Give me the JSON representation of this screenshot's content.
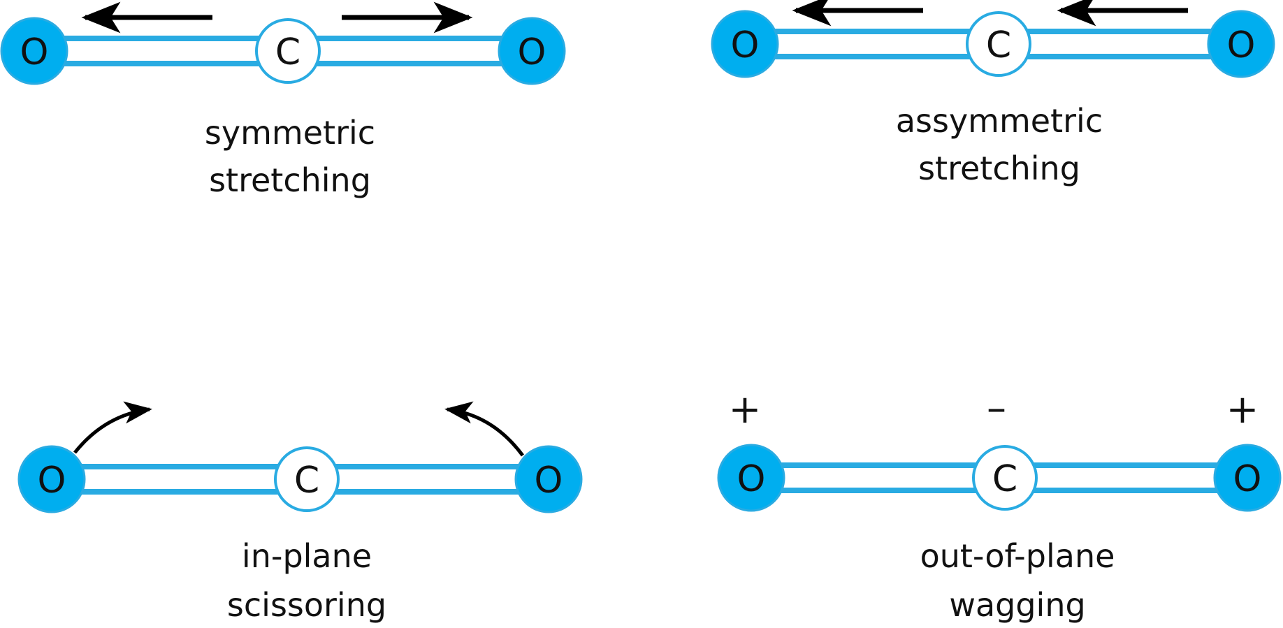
{
  "title": "CO2 vibrational modes",
  "colors": {
    "oxygen_fill": "#00aeef",
    "bond_and_ring": "#29abe2",
    "carbon_fill": "#ffffff",
    "arrow": "#000000",
    "text": "#111111"
  },
  "atoms": {
    "oxygen": "O",
    "carbon": "C"
  },
  "modes": [
    {
      "id": "symmetric-stretching",
      "caption_line1": "symmetric",
      "caption_line2": "stretching",
      "motion": "both oxygens move outward (left O left, right O right)"
    },
    {
      "id": "asymmetric-stretching",
      "caption_line1": "assymmetric",
      "caption_line2": "stretching",
      "motion": "both oxygens move left"
    },
    {
      "id": "in-plane-scissoring",
      "caption_line1": "in-plane",
      "caption_line2": "scissoring",
      "motion": "oxygens swing upward toward each other"
    },
    {
      "id": "out-of-plane-wagging",
      "caption_line1": "out-of-plane",
      "caption_line2": "wagging",
      "signs": [
        "+",
        "–",
        "+"
      ]
    }
  ]
}
